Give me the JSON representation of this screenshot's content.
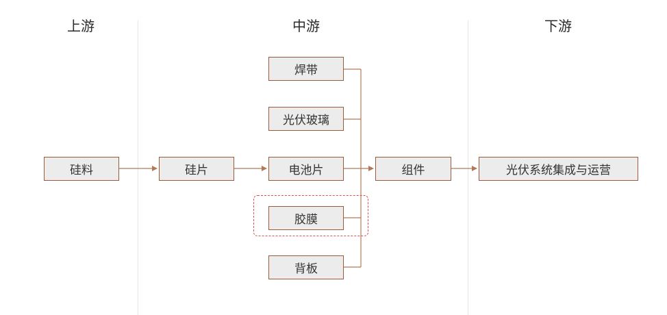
{
  "stages": {
    "upstream": "上游",
    "midstream": "中游",
    "downstream": "下游"
  },
  "nodes": {
    "silicon_material": "硅料",
    "silicon_wafer": "硅片",
    "solder_ribbon": "焊带",
    "pv_glass": "光伏玻璃",
    "solar_cell": "电池片",
    "encapsulant_film": "胶膜",
    "backsheet": "背板",
    "module": "组件",
    "pv_system": "光伏系统集成与运营"
  },
  "colors": {
    "node_fill": "#ececec",
    "node_border": "#9a5a3a",
    "connector": "#b07a5a",
    "highlight": "#d9534f",
    "divider": "#dfe6ee"
  }
}
